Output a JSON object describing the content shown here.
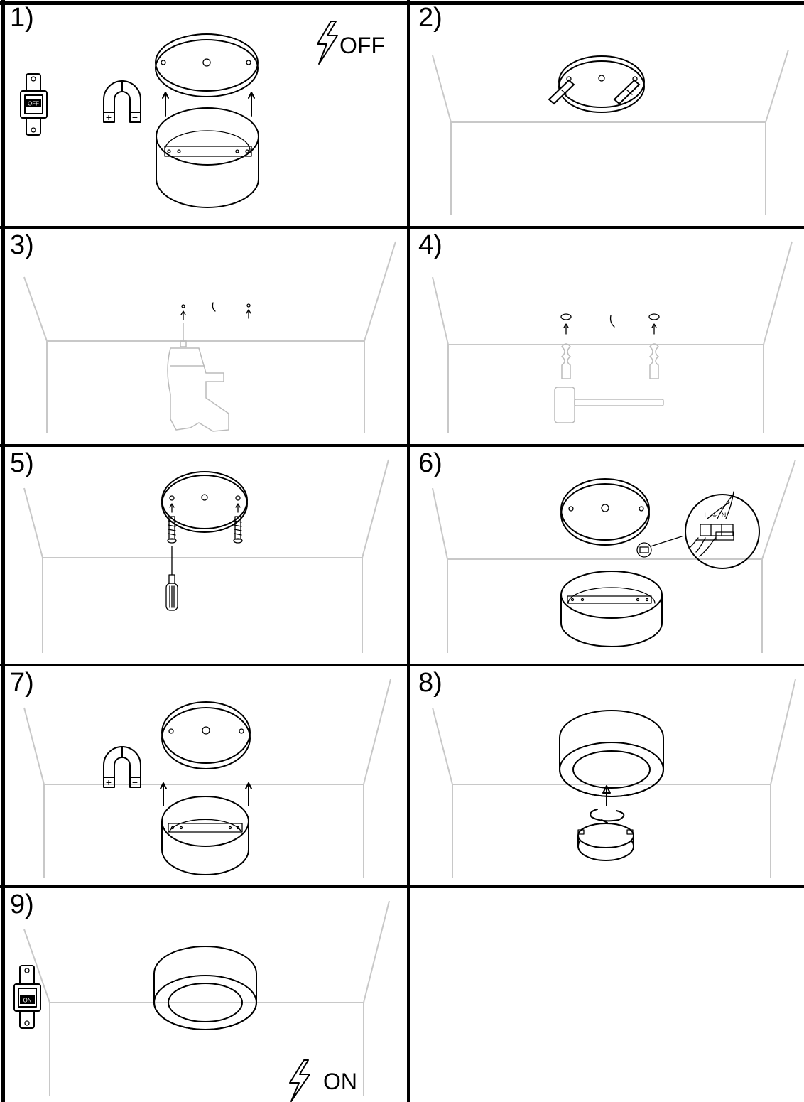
{
  "steps": [
    {
      "label": "1)"
    },
    {
      "label": "2)"
    },
    {
      "label": "3)"
    },
    {
      "label": "4)"
    },
    {
      "label": "5)"
    },
    {
      "label": "6)"
    },
    {
      "label": "7)"
    },
    {
      "label": "8)"
    },
    {
      "label": "9)"
    }
  ],
  "power": {
    "off_text": "OFF",
    "on_text": "ON"
  },
  "switch": {
    "off_label": "OFF",
    "on_label": "ON"
  },
  "magnet": {
    "plus": "+",
    "minus": "−"
  },
  "terminal": {
    "l": "L",
    "earth": "⏚",
    "n": "N"
  }
}
